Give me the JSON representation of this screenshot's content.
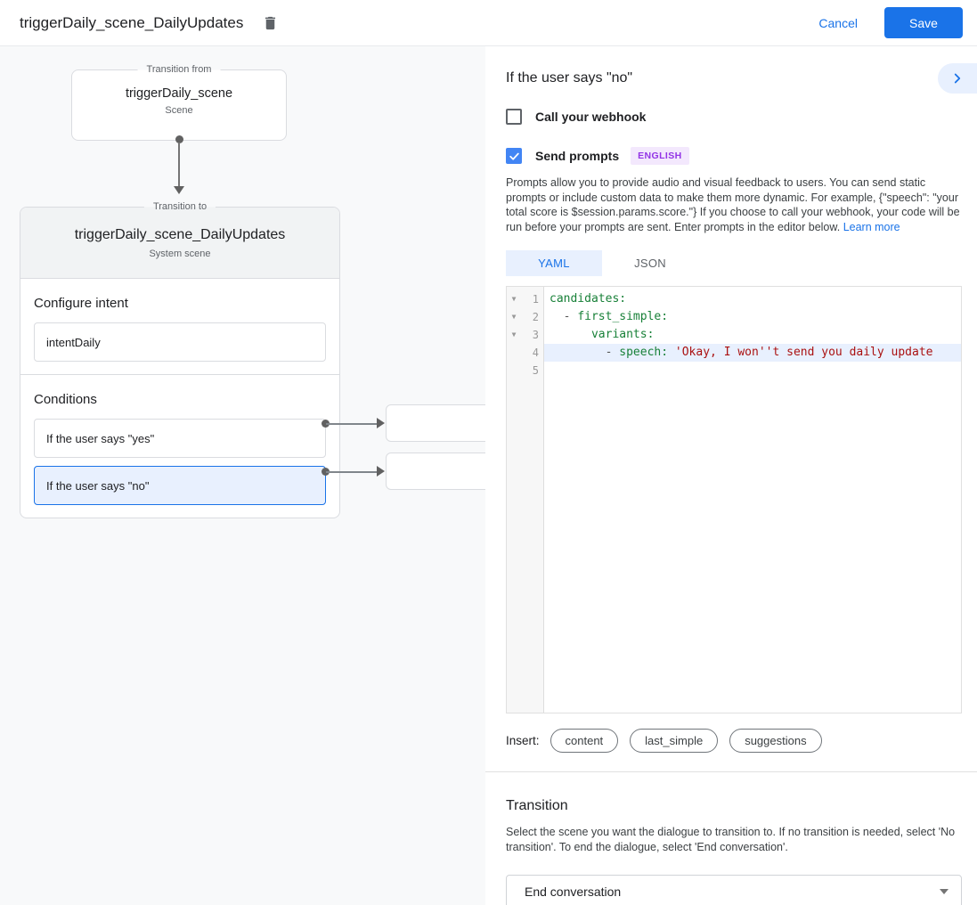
{
  "header": {
    "title": "triggerDaily_scene_DailyUpdates",
    "cancel_label": "Cancel",
    "save_label": "Save"
  },
  "flow": {
    "from_label": "Transition from",
    "from_title": "triggerDaily_scene",
    "from_subtitle": "Scene",
    "to_label": "Transition to",
    "to_title": "triggerDaily_scene_DailyUpdates",
    "to_subtitle": "System scene"
  },
  "card": {
    "intent_heading": "Configure intent",
    "intent_value": "intentDaily",
    "conditions_heading": "Conditions",
    "condition_yes": "If the user says \"yes\"",
    "condition_no": "If the user says \"no\""
  },
  "panel": {
    "title": "If the user says \"no\"",
    "webhook_label": "Call your webhook",
    "prompts_label": "Send prompts",
    "language_badge": "ENGLISH",
    "description": "Prompts allow you to provide audio and visual feedback to users. You can send static prompts or include custom data to make them more dynamic. For example, {\"speech\": \"your total score is $session.params.score.\"} If you choose to call your webhook, your code will be run before your prompts are sent. Enter prompts in the editor below.",
    "learn_more": "Learn more",
    "tabs": [
      "YAML",
      "JSON"
    ]
  },
  "editor": {
    "lines": [
      {
        "num": "1",
        "tokens": [
          {
            "type": "key",
            "text": "candidates:"
          }
        ]
      },
      {
        "num": "2",
        "tokens": [
          {
            "type": "meta",
            "text": "  - "
          },
          {
            "type": "key",
            "text": "first_simple:"
          }
        ]
      },
      {
        "num": "3",
        "tokens": [
          {
            "type": "plain",
            "text": "      "
          },
          {
            "type": "key",
            "text": "variants:"
          }
        ]
      },
      {
        "num": "4",
        "tokens": [
          {
            "type": "meta",
            "text": "        - "
          },
          {
            "type": "key",
            "text": "speech:"
          },
          {
            "type": "plain",
            "text": " "
          },
          {
            "type": "string",
            "text": "'Okay, I won''t send you daily update"
          }
        ]
      },
      {
        "num": "5",
        "tokens": []
      }
    ]
  },
  "insert": {
    "label": "Insert:",
    "chips": [
      "content",
      "last_simple",
      "suggestions"
    ]
  },
  "transition": {
    "heading": "Transition",
    "description": "Select the scene you want the dialogue to transition to. If no transition is needed, select 'No transition'. To end the dialogue, select 'End conversation'.",
    "select_value": "End conversation"
  },
  "colors": {
    "accent_blue": "#1a73e8",
    "checkbox_blue": "#4285f4",
    "selected_condition_bg": "#e8f0fe",
    "badge_purple": "#9334e6",
    "badge_bg": "#f3e8fd",
    "code_key_green": "#188038",
    "code_string_red": "#aa1111",
    "canvas_bg": "#f8f9fa",
    "card_header_bg": "#f1f3f4"
  }
}
